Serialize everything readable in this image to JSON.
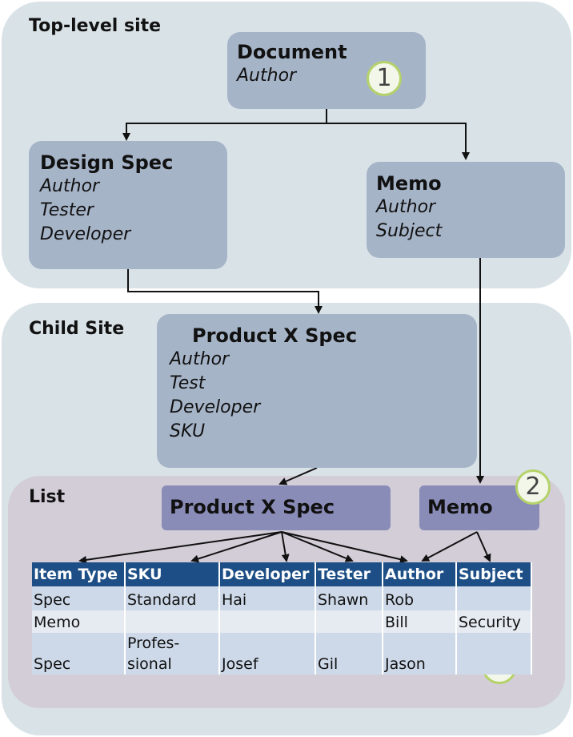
{
  "regions": {
    "top_level": "Top-level site",
    "child": "Child Site",
    "list": "List"
  },
  "boxes": {
    "document": {
      "title": "Document",
      "fields": [
        "Author"
      ]
    },
    "design_spec": {
      "title": "Design Spec",
      "fields": [
        "Author",
        "Tester",
        "Developer"
      ]
    },
    "memo_top": {
      "title": "Memo",
      "fields": [
        "Author",
        "Subject"
      ]
    },
    "product_spec_child": {
      "title": "Product X Spec",
      "fields": [
        "Author",
        "Test",
        "Developer",
        "SKU"
      ]
    },
    "product_spec_list": {
      "title": "Product X Spec"
    },
    "memo_list": {
      "title": "Memo"
    }
  },
  "badges": [
    "1",
    "2",
    "3"
  ],
  "table": {
    "headers": [
      "Item Type",
      "SKU",
      "Developer",
      "Tester",
      "Author",
      "Subject"
    ],
    "rows": [
      [
        "Spec",
        "Standard",
        "Hai",
        "Shawn",
        "Rob",
        ""
      ],
      [
        "Memo",
        "",
        "",
        "",
        "Bill",
        "Security"
      ],
      [
        "Spec",
        "Profes-\nsional",
        "Josef",
        "Gil",
        "Jason",
        ""
      ]
    ]
  },
  "colors": {
    "region_bg": "#d9e2e7",
    "list_bg": "#d3cdd8",
    "box_light": "#a6b4c8",
    "box_dark": "#8a8cb8",
    "table_header": "#1d4f86",
    "badge_ring": "#b5d26a"
  }
}
